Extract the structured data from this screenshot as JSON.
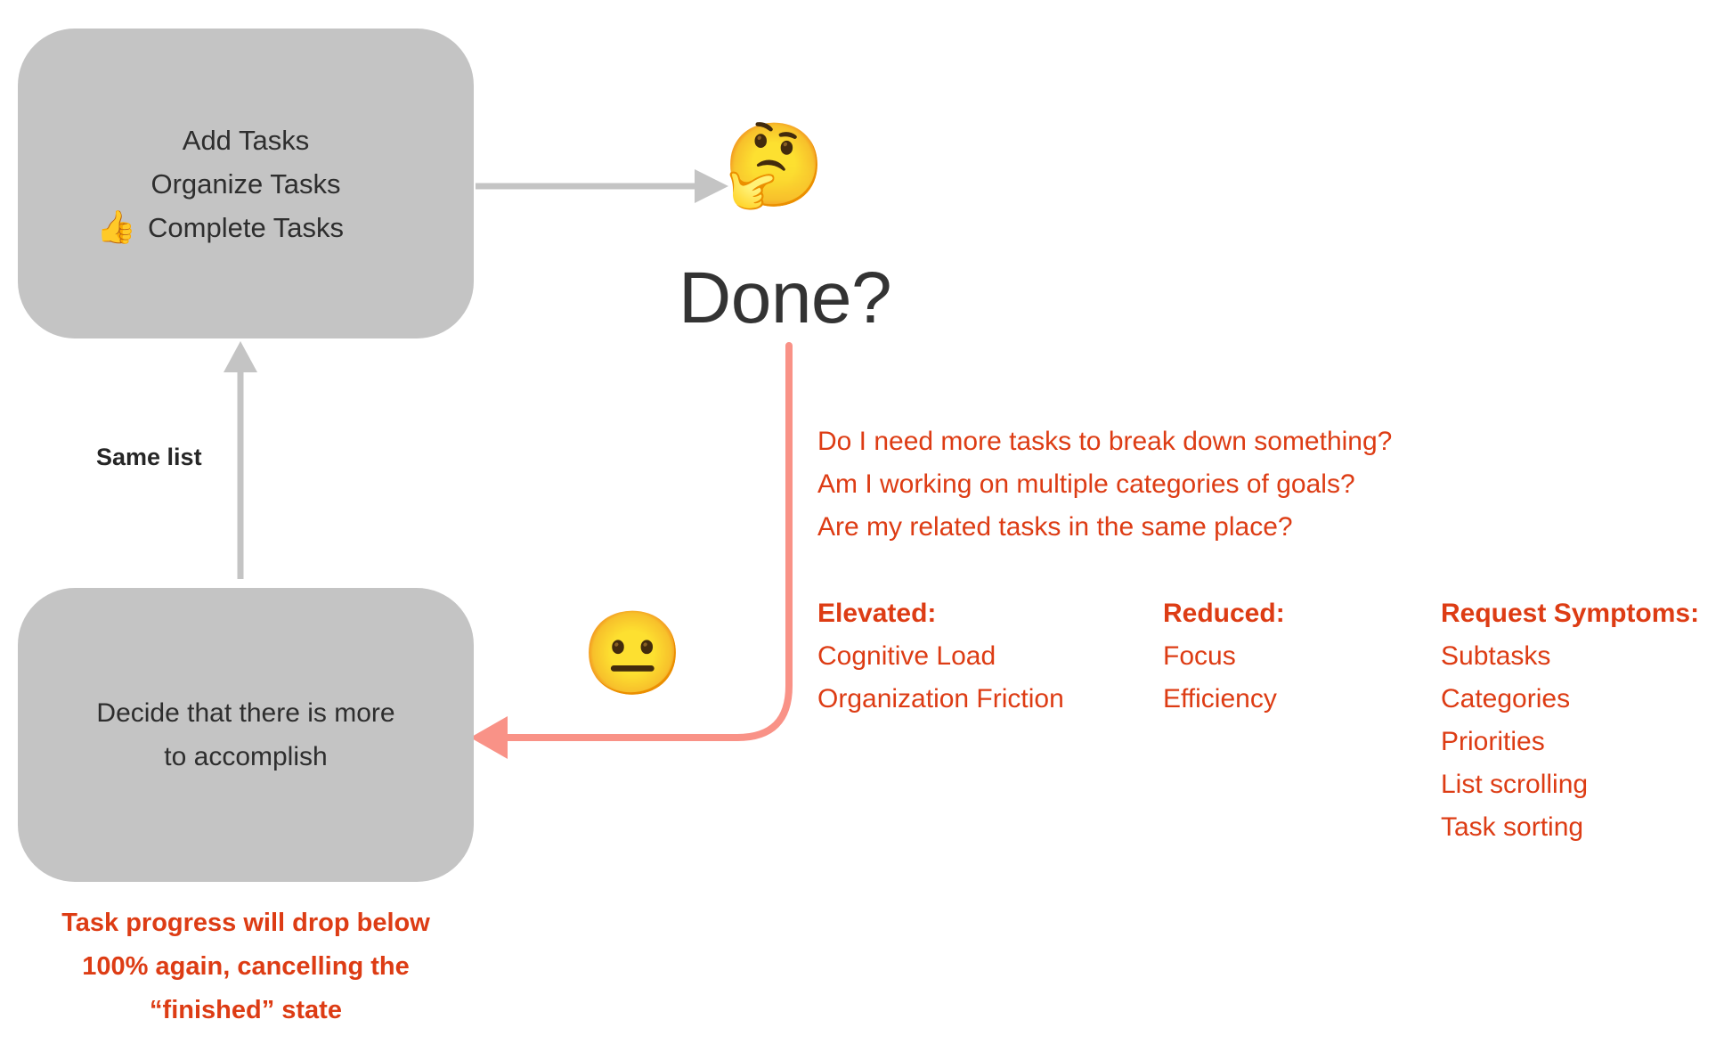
{
  "diagram": {
    "nodes": [
      {
        "id": "tasks-loop",
        "lines": [
          "Add Tasks",
          "Organize Tasks",
          "Complete Tasks"
        ],
        "icon": "thumbs-up",
        "fill": "#c4c4c4"
      },
      {
        "id": "more-to-accomplish",
        "lines": [
          "Decide that there is more",
          "to accomplish"
        ],
        "fill": "#c4c4c4"
      }
    ],
    "edges": [
      {
        "id": "tasks-to-done",
        "label": "",
        "color": "#c4c4c4"
      },
      {
        "id": "done-to-decide",
        "label": "",
        "color": "#f99287"
      },
      {
        "id": "decide-to-tasks",
        "label": "Same list",
        "color": "#c4c4c4"
      }
    ],
    "decision": {
      "label": "Done?",
      "icon": "thinking-face"
    },
    "mood": {
      "icon": "neutral-face"
    },
    "questions": [
      "Do I need more tasks to break down something?",
      "Am I working on multiple categories of goals?",
      "Are my related tasks in the same place?"
    ],
    "columns": [
      {
        "heading": "Elevated:",
        "items": [
          "Cognitive Load",
          "Organization Friction"
        ]
      },
      {
        "heading": "Reduced:",
        "items": [
          "Focus",
          "Efficiency"
        ]
      },
      {
        "heading": "Request Symptoms:",
        "items": [
          "Subtasks",
          "Categories",
          "Priorities",
          "List scrolling",
          "Task sorting"
        ]
      }
    ],
    "progress_note": [
      "Task progress will drop below",
      "100% again, cancelling the",
      "“finished” state"
    ],
    "colors": {
      "box_fill": "#c4c4c4",
      "box_text": "#2e2e2e",
      "accent_red": "#dd3c14",
      "arrow_red": "#f99287",
      "arrow_gray": "#c4c4c4",
      "done_text": "#333333"
    }
  }
}
